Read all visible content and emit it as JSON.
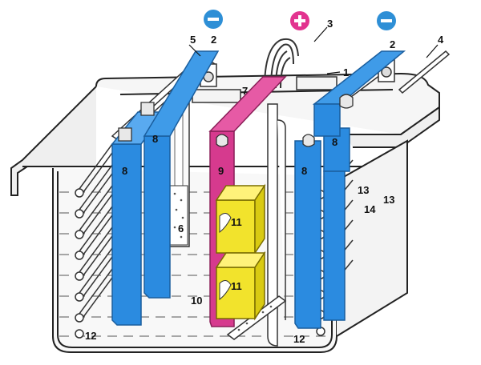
{
  "terminals": {
    "left": {
      "sign": "−",
      "color": "#2e8fd6"
    },
    "center": {
      "sign": "+",
      "color": "#e2338f"
    },
    "right": {
      "sign": "−",
      "color": "#2e8fd6"
    }
  },
  "colors": {
    "cathode": "#2b8be0",
    "anode": "#d63a8e",
    "clip": "#f2e32c",
    "line": "#222222",
    "tank_fill": "#f7f7f7"
  },
  "labels": {
    "l1": "1",
    "l2a": "2",
    "l2b": "2",
    "l3": "3",
    "l4": "4",
    "l5": "5",
    "l6": "6",
    "l7": "7",
    "l8a": "8",
    "l8b": "8",
    "l8c": "8",
    "l8d": "8",
    "l9": "9",
    "l10": "10",
    "l11a": "11",
    "l11b": "11",
    "l12a": "12",
    "l12b": "12",
    "l13a": "13",
    "l13b": "13",
    "l14": "14"
  }
}
